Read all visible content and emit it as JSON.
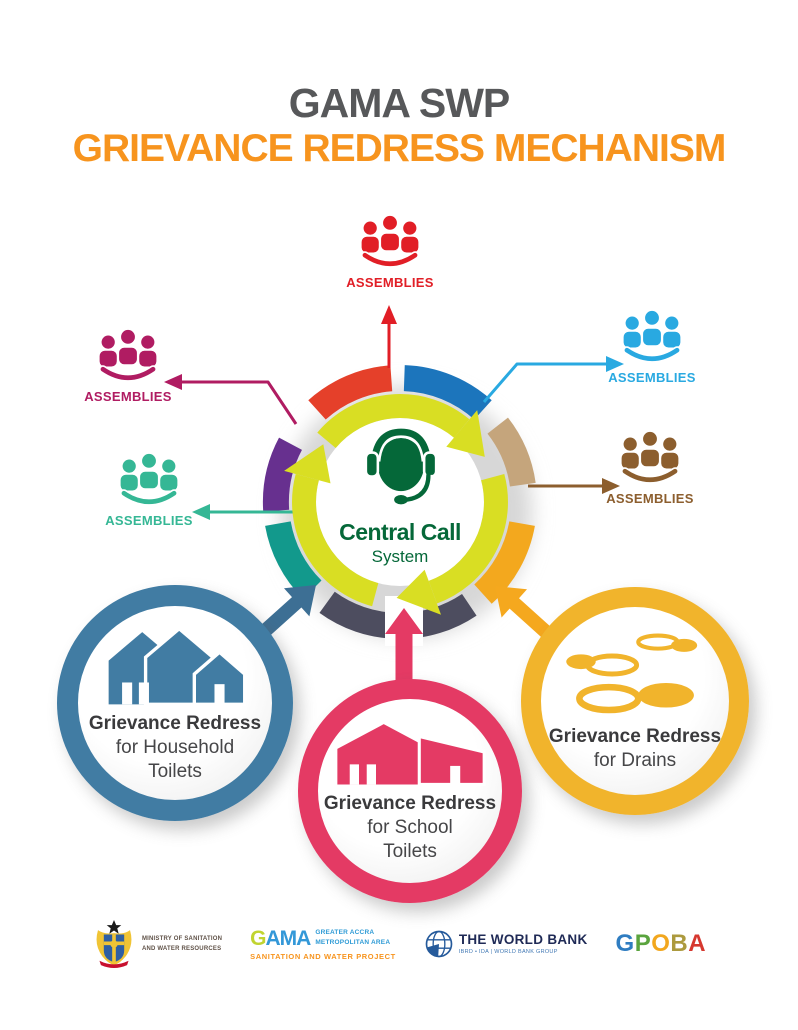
{
  "header": {
    "title": "GAMA SWP",
    "subtitle": "GRIEVANCE REDRESS MECHANISM",
    "title_color": "#57585a",
    "subtitle_color": "#f7941e"
  },
  "hub": {
    "title": "Central Call",
    "subtitle": "System",
    "color": "#056839",
    "ring_color": "#d9de23",
    "icon": "headset-operator-icon"
  },
  "ring_segments": [
    {
      "name": "red-orange",
      "color": "#e5402a"
    },
    {
      "name": "blue",
      "color": "#1c75bc"
    },
    {
      "name": "tan",
      "color": "#c5a57c"
    },
    {
      "name": "amber",
      "color": "#f3a81e"
    },
    {
      "name": "slate",
      "color": "#4d4d5f"
    },
    {
      "name": "teal",
      "color": "#12998c"
    },
    {
      "name": "purple",
      "color": "#67308f"
    }
  ],
  "assemblies": [
    {
      "position": "top",
      "label": "ASSEMBLIES",
      "color": "#e11e26"
    },
    {
      "position": "upper-left",
      "label": "ASSEMBLIES",
      "color": "#b01c62"
    },
    {
      "position": "lower-left",
      "label": "ASSEMBLIES",
      "color": "#35b795"
    },
    {
      "position": "upper-right",
      "label": "ASSEMBLIES",
      "color": "#29a9e1"
    },
    {
      "position": "lower-right",
      "label": "ASSEMBLIES",
      "color": "#8c5e2e"
    }
  ],
  "grievance_circles": [
    {
      "id": "household",
      "lines": [
        "Grievance Redress",
        "for Household",
        "Toilets"
      ],
      "color": "#417ca3",
      "arrow_color": "#3d6f94",
      "icon": "houses-icon"
    },
    {
      "id": "school",
      "lines": [
        "Grievance Redress",
        "for School",
        "Toilets"
      ],
      "color": "#e43a64",
      "arrow_color": "#e43a64",
      "icon": "school-building-icon"
    },
    {
      "id": "drains",
      "lines": [
        "Grievance Redress",
        "for Drains"
      ],
      "color": "#f1b42c",
      "arrow_color": "#f5a81e",
      "icon": "drain-water-icon"
    }
  ],
  "footer": {
    "ministry": {
      "name_line1": "MINISTRY OF SANITATION",
      "name_line2": "AND WATER RESOURCES"
    },
    "gama": {
      "acronym_letters": [
        {
          "ch": "G",
          "color": "#c1d430"
        },
        {
          "ch": "A",
          "color": "#3398d8"
        },
        {
          "ch": "M",
          "color": "#3398d8"
        },
        {
          "ch": "A",
          "color": "#3398d8"
        }
      ],
      "area_line1": "GREATER ACCRA",
      "area_line2": "METROPOLITAN AREA",
      "project": "SANITATION AND WATER PROJECT"
    },
    "world_bank": {
      "name": "THE WORLD BANK",
      "subtitle": "IBRD • IDA | WORLD BANK GROUP"
    },
    "gpoba": {
      "letters": [
        {
          "ch": "G",
          "color": "#2f7dc1"
        },
        {
          "ch": "P",
          "color": "#5aa43e"
        },
        {
          "ch": "O",
          "color": "#f2a71e"
        },
        {
          "ch": "B",
          "color": "#ac9a3e"
        },
        {
          "ch": "A",
          "color": "#d6382f"
        }
      ]
    }
  }
}
